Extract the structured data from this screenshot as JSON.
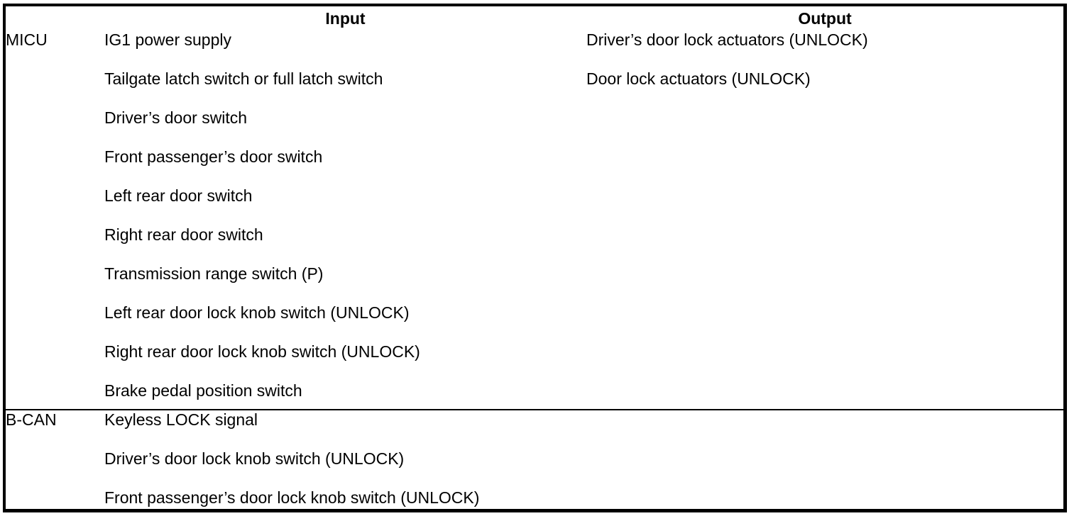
{
  "table": {
    "headers": {
      "module": "",
      "input": "Input",
      "output": "Output"
    },
    "rows": [
      {
        "module": "MICU",
        "inputs": [
          "IG1 power supply",
          "Tailgate latch switch or full latch switch",
          "Driver’s door switch",
          "Front passenger’s door switch",
          "Left rear door switch",
          "Right rear door switch",
          "Transmission range switch (P)",
          "Left rear door lock knob switch (UNLOCK)",
          "Right rear door lock knob switch (UNLOCK)",
          "Brake pedal position switch"
        ],
        "outputs": [
          "Driver’s door lock actuators (UNLOCK)",
          "Door lock actuators (UNLOCK)"
        ]
      },
      {
        "module": "B-CAN",
        "inputs": [
          "Keyless LOCK signal",
          "Driver’s door lock knob switch (UNLOCK)",
          "Front passenger’s door lock knob switch (UNLOCK)"
        ],
        "outputs": []
      }
    ]
  },
  "colors": {
    "border": "#000000",
    "text": "#000000",
    "background": "#ffffff"
  }
}
